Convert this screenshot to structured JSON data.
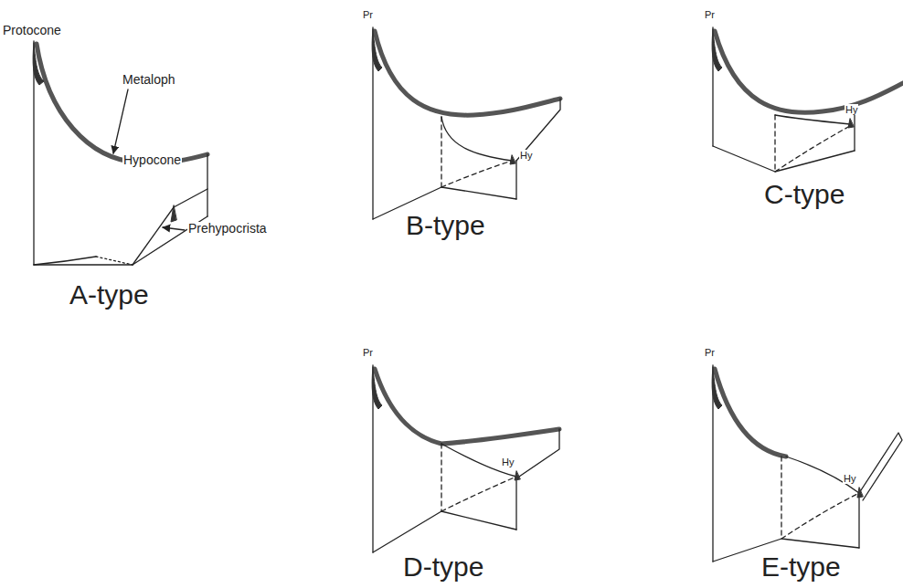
{
  "diagram": {
    "labels": [
      "Protocone",
      "Metaloph",
      "Hypocone",
      "Prehypocrista",
      "A-type",
      "Pr",
      "Hy",
      "B-type",
      "Pr",
      "Hy",
      "C-type",
      "Pr",
      "Hy",
      "D-type",
      "Pr",
      "Hy",
      "E-type"
    ]
  }
}
